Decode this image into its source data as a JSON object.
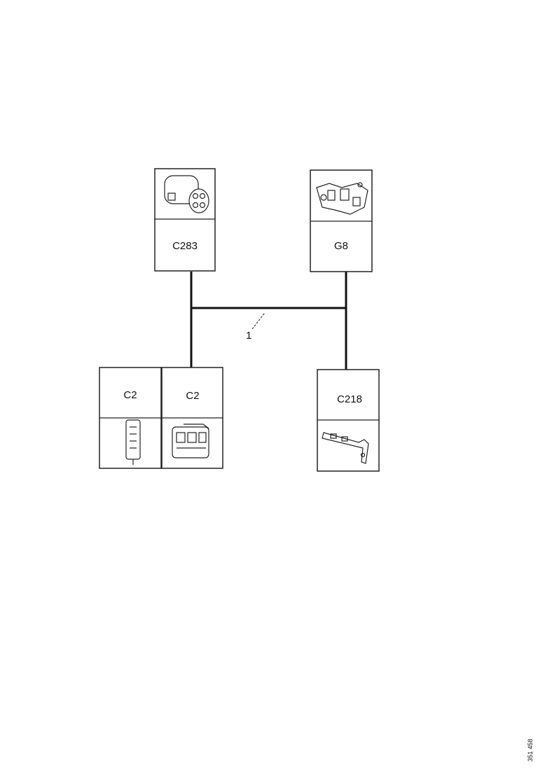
{
  "diagram": {
    "components": [
      {
        "id": "c283",
        "label": "C283",
        "icon": "round-connector-icon"
      },
      {
        "id": "g8",
        "label": "G8",
        "icon": "ground-terminal-icon"
      },
      {
        "id": "c2-left",
        "label": "C2",
        "icon": "pin-header-connector-icon"
      },
      {
        "id": "c2-right",
        "label": "C2",
        "icon": "multi-pin-connector-icon"
      },
      {
        "id": "c218",
        "label": "C218",
        "icon": "bracket-terminal-icon"
      }
    ],
    "wire_label": "1",
    "figure_ref": "351 458"
  }
}
